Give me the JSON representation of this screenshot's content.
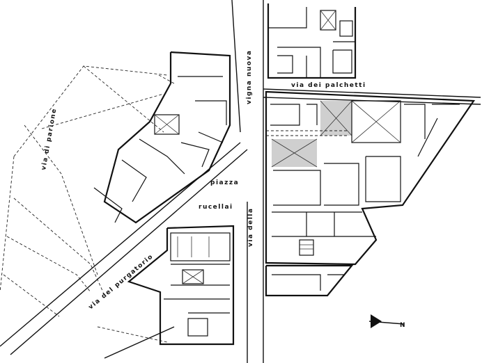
{
  "streets": {
    "via_dei_palchetti": "via dei palchetti",
    "vigna_nuova": "vigna nuova",
    "piazza": "piazza",
    "rucellai": "rucellai",
    "via_di_parione": "via di parione",
    "via_della": "via della",
    "via_del_purgatorio": "via del purgatorio"
  },
  "north_arrow": {
    "label": "N"
  },
  "colors": {
    "ink": "#111111",
    "paper": "#ffffff",
    "hatch": "#cfcfcf"
  }
}
